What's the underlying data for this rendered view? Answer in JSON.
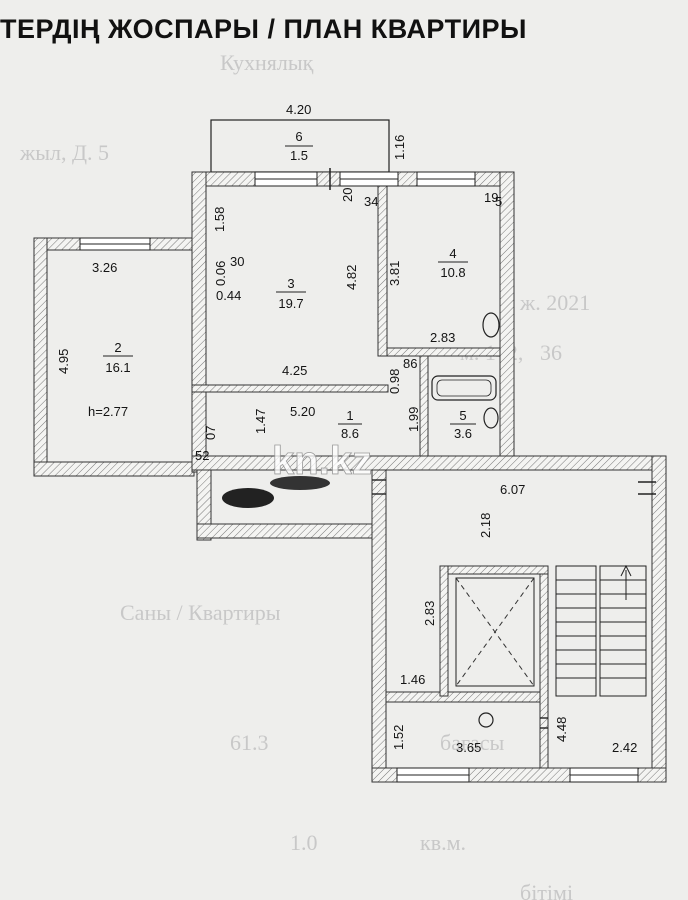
{
  "title": "ТЕРДІҢ ЖОСПАРЫ / ПЛАН КВАРТИРЫ",
  "watermark": "kn.kz",
  "ceiling_height": "h=2.77",
  "rooms": [
    {
      "number": "1",
      "area": "8.6"
    },
    {
      "number": "2",
      "area": "16.1"
    },
    {
      "number": "3",
      "area": "19.7"
    },
    {
      "number": "4",
      "area": "10.8"
    },
    {
      "number": "5",
      "area": "3.6"
    },
    {
      "number": "6",
      "area": "1.5"
    }
  ],
  "dimensions": {
    "balcony_width": "4.20",
    "balcony_depth": "1.16",
    "r3_top": "1.58",
    "r3_side": "4.82",
    "r3_bottom": "4.25",
    "r3_note": "0.44",
    "r3_small": "0.06",
    "r3_small2": "30",
    "r2_width": "3.26",
    "r2_height": "4.95",
    "r4_height": "3.81",
    "r4_width": "2.83",
    "r4_corner_a": "20",
    "r4_corner_b": "34",
    "r4_corner_c": "19",
    "r4_corner_d": "5",
    "hall_width": "5.20",
    "hall_height": "1.47",
    "hall_small": "07",
    "hall_corner": "52",
    "bath_width": "86",
    "bath_gap": "0.98",
    "bath_height": "1.99",
    "stair_width": "6.07",
    "stair_height": "2.18",
    "lift_height": "2.83",
    "lift_width": "1.46",
    "low_left": "1.52",
    "low_mid": "3.65",
    "low_right": "2.42",
    "low_height": "4.48"
  },
  "background_text": [
    "Кухнялық",
    "жыл, Д. 5",
    "ж. 2021",
    "м. 142,",
    "36",
    "Саны / Квартиры",
    "бағасы",
    "1.0",
    "кв.м.",
    "61.3",
    "бітімі"
  ]
}
